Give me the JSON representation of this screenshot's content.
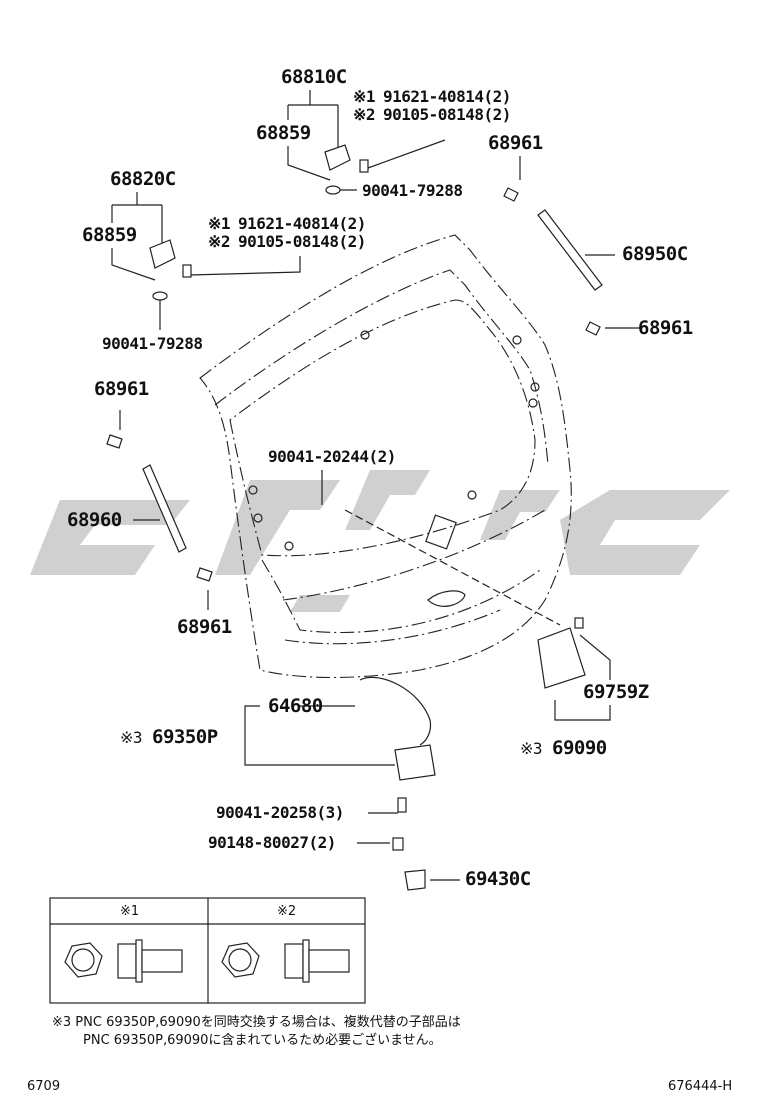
{
  "labels": {
    "l68810C": "68810C",
    "l68859a": "68859",
    "n1a_mark": "※1",
    "n1a_text": "91621-40814(2)",
    "n2a_mark": "※2",
    "n2a_text": "90105-08148(2)",
    "l90041_79288a": "90041-79288",
    "l68961a": "68961",
    "l68820C": "68820C",
    "l68859b": "68859",
    "n1b_mark": "※1",
    "n1b_text": "91621-40814(2)",
    "n2b_mark": "※2",
    "n2b_text": "90105-08148(2)",
    "l68950C": "68950C",
    "l90041_79288b": "90041-79288",
    "l68961b": "68961",
    "l68961c": "68961",
    "l90041_20244": "90041-20244(2)",
    "l68960": "68960",
    "l68961d": "68961",
    "l69759Z": "69759Z",
    "l64680": "64680",
    "n3a_mark": "※3",
    "l69350P": "69350P",
    "n3b_mark": "※3",
    "l69090": "69090",
    "l90041_20258": "90041-20258(3)",
    "l90148_80027": "90148-80027(2)",
    "l69430C": "69430C"
  },
  "legend": {
    "col1": "※1",
    "col2": "※2"
  },
  "footnote": {
    "line1": "※3 PNC 69350P,69090を同時交換する場合は、複数代替の子部品は",
    "line2": "PNC 69350P,69090に含まれているため必要ございません。"
  },
  "corner": {
    "left": "6709",
    "right": "676444-H"
  },
  "watermark_icon": "stylized-logo"
}
